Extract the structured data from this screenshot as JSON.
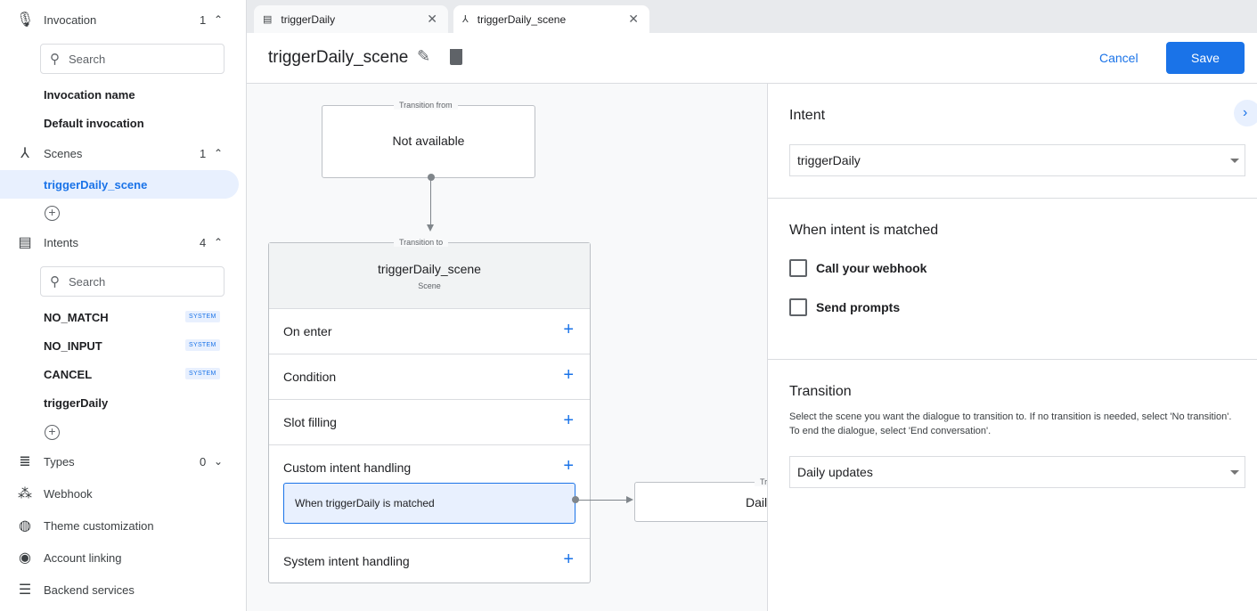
{
  "sidebar": {
    "invocation": {
      "label": "Invocation",
      "count": "1",
      "search_placeholder": "Search",
      "items": [
        "Invocation name",
        "Default invocation"
      ]
    },
    "scenes": {
      "label": "Scenes",
      "count": "1",
      "items": [
        "triggerDaily_scene"
      ]
    },
    "intents": {
      "label": "Intents",
      "count": "4",
      "search_placeholder": "Search",
      "items": [
        {
          "label": "NO_MATCH",
          "badge": "SYSTEM"
        },
        {
          "label": "NO_INPUT",
          "badge": "SYSTEM"
        },
        {
          "label": "CANCEL",
          "badge": "SYSTEM"
        },
        {
          "label": "triggerDaily"
        }
      ]
    },
    "types": {
      "label": "Types",
      "count": "0"
    },
    "links": [
      "Webhook",
      "Theme customization",
      "Account linking",
      "Backend services"
    ]
  },
  "tabs": [
    {
      "label": "triggerDaily",
      "icon": "intent-icon"
    },
    {
      "label": "triggerDaily_scene",
      "icon": "scene-icon",
      "active": true
    }
  ],
  "header": {
    "title": "triggerDaily_scene",
    "cancel": "Cancel",
    "save": "Save"
  },
  "canvas": {
    "from": {
      "caption": "Transition from",
      "value": "Not available"
    },
    "scene": {
      "caption": "Transition to",
      "name": "triggerDaily_scene",
      "type": "Scene",
      "rows": [
        "On enter",
        "Condition",
        "Slot filling",
        "Custom intent handling",
        "System intent handling"
      ],
      "matched": "When triggerDaily is matched"
    },
    "dest": {
      "caption": "Tr",
      "value": "Dail"
    }
  },
  "panel": {
    "intent": {
      "title": "Intent",
      "value": "triggerDaily"
    },
    "matched": {
      "title": "When intent is matched",
      "options": [
        "Call your webhook",
        "Send prompts"
      ]
    },
    "transition": {
      "title": "Transition",
      "help": "Select the scene you want the dialogue to transition to. If no transition is needed, select 'No transition'. To end the dialogue, select 'End conversation'.",
      "value": "Daily updates"
    }
  },
  "colors": {
    "accent": "#1a73e8",
    "selected_bg": "#e8f0fe"
  }
}
